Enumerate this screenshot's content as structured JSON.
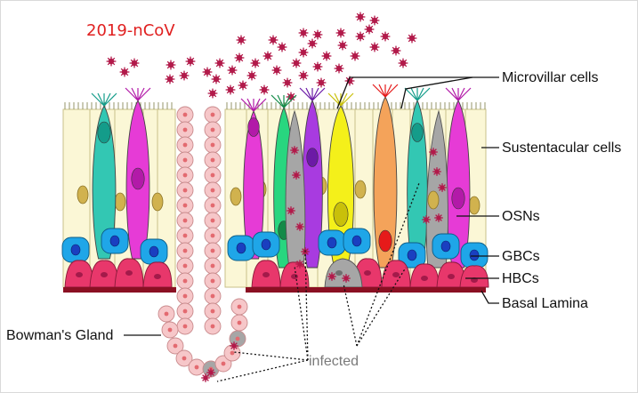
{
  "title": "2019-nCoV",
  "labels": {
    "microvillar_cells": "Microvillar cells",
    "sustentacular_cells": "Sustentacular cells",
    "osns": "OSNs",
    "gbcs": "GBCs",
    "hbcs": "HBCs",
    "basal_lamina": "Basal Lamina",
    "bowmans_gland": "Bowman's Gland",
    "infected": "infected"
  },
  "colors": {
    "virus": "#b21a4a",
    "title": "#e02020",
    "sustentacular": "#fbf7d6",
    "gbc": "#1fa6e8",
    "hbc": "#e8376b",
    "basal_lamina": "#8b1023",
    "gland": "#f6c7c9",
    "infected_gray": "#a6a6a6",
    "osn_teal": "#33c7b3",
    "osn_magenta": "#e63bd6",
    "osn_green": "#28d67f",
    "osn_purple": "#a83be0",
    "osn_yellow": "#f4f01a",
    "osn_orange": "#f4a35a"
  }
}
